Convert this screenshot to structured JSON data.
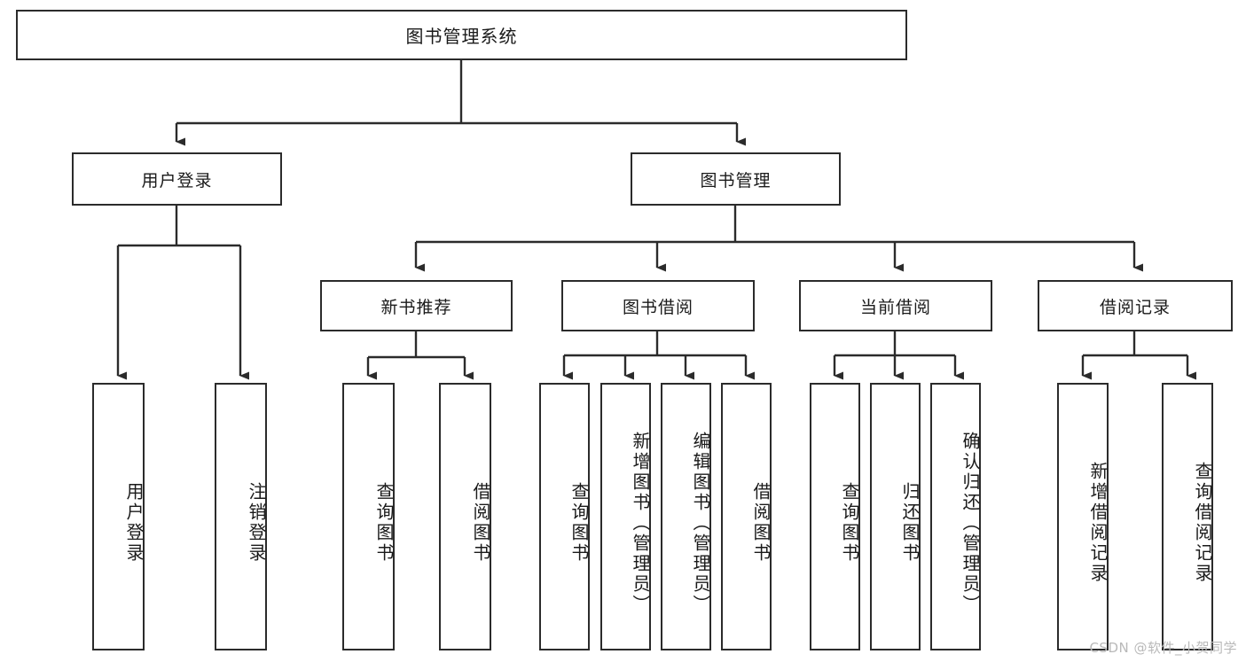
{
  "diagram": {
    "title": "图书管理系统",
    "watermark": "CSDN @软件_小贺同学",
    "line_color": "#2b2b2b",
    "box_fill": "#ffffff",
    "text_color": "#1a1a1a",
    "watermark_color": "#b9b9b9"
  },
  "root": {
    "label": "图书管理系统"
  },
  "level1": [
    {
      "label": "用户登录"
    },
    {
      "label": "图书管理"
    }
  ],
  "level2": [
    {
      "label": "新书推荐"
    },
    {
      "label": "图书借阅"
    },
    {
      "label": "当前借阅"
    },
    {
      "label": "借阅记录"
    }
  ],
  "leaves": {
    "user_login": [
      {
        "label": "用户登录"
      },
      {
        "label": "注销登录"
      }
    ],
    "new_book": [
      {
        "label": "查询图书"
      },
      {
        "label": "借阅图书"
      }
    ],
    "book_borrow": [
      {
        "label": "查询图书"
      },
      {
        "label": "新增图书（管理员）"
      },
      {
        "label": "编辑图书（管理员）"
      },
      {
        "label": "借阅图书"
      }
    ],
    "current_borrow": [
      {
        "label": "查询图书"
      },
      {
        "label": "归还图书"
      },
      {
        "label": "确认归还（管理员）"
      }
    ],
    "borrow_record": [
      {
        "label": "新增借阅记录"
      },
      {
        "label": "查询借阅记录"
      }
    ]
  }
}
